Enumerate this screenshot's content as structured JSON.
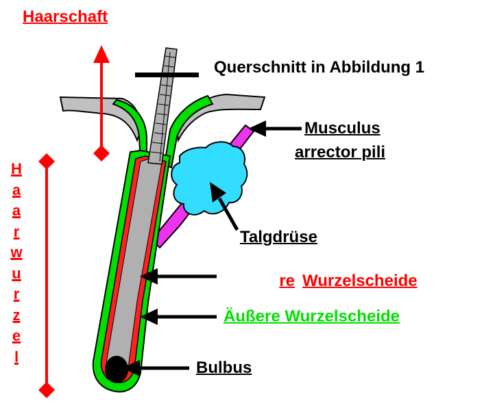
{
  "labels": {
    "haarschaft": "Haarschaft",
    "querschnitt": "Querschnitt in Abbildung 1",
    "musculus_line1": "Musculus",
    "musculus_line2": "arrector pili",
    "talgdruese": "Talgdrüse",
    "innere_partial": "re",
    "innere_wurzelscheide": "Wurzelscheide",
    "aeussere_wurzelscheide": "Äußere Wurzelscheide",
    "bulbus": "Bulbus",
    "haarwurzel_letters": [
      "H",
      "a",
      "a",
      "r",
      "w",
      "u",
      "r",
      "z",
      "e",
      "l"
    ]
  },
  "colors": {
    "red": "#ff0000",
    "green": "#00e000",
    "black": "#000000",
    "cyan": "#33ddff",
    "magenta": "#ee33ee",
    "skin": "#c0c0c0",
    "hair_gray": "#a8a8a8"
  }
}
